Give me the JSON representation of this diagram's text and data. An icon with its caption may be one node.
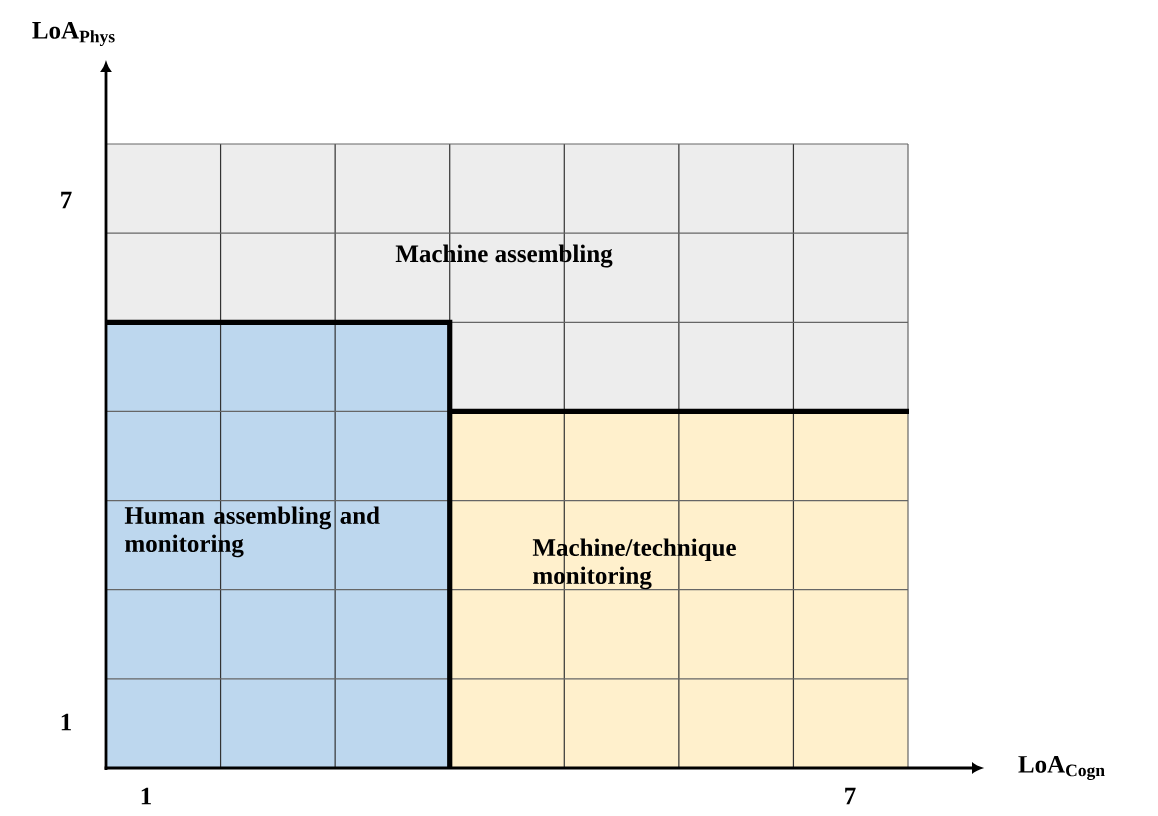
{
  "diagram": {
    "nodes": [
      {
        "text": [
          "Machine assembling"
        ]
      },
      {
        "text": [
          "Human assembling and monitoring"
        ]
      },
      {
        "text": [
          "Machine/technique monitoring"
        ]
      }
    ],
    "labels": [
      "LoA$_{Phys}$",
      "7",
      "1",
      "1",
      "7",
      "LoA$_{Cogn}$"
    ]
  }
}
